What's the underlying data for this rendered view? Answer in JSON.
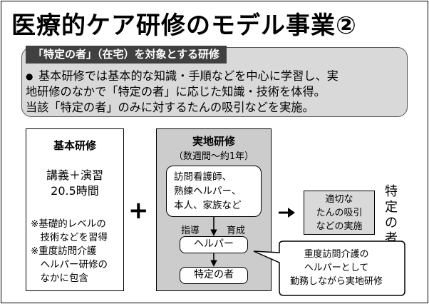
{
  "title": "医療的ケア研修のモデル事業②",
  "summary": {
    "tag": "「特定の者」（在宅）を対象とする研修",
    "bullet": "●",
    "lines": [
      "基本研修では基本的な知識・手順などを中心に学習し、実",
      "地研修のなかで「特定の者」に応じた知識・技術を体得。",
      "当該「特定の者」のみに対するたんの吸引などを実施。"
    ]
  },
  "basic": {
    "title": "基本研修",
    "hours_line1": "講義＋演習",
    "hours_line2": "20.5時間",
    "notes": [
      "※基礎的レベルの",
      "　技術などを習得",
      "※重度訪問介護",
      "　ヘルパー研修の",
      "　なかに包含"
    ]
  },
  "plus": "+",
  "practical": {
    "title": "実地研修",
    "subtitle": "（数週間〜約1年）",
    "trainers": [
      "訪問看護師、",
      "熟練ヘルパー、",
      "本人、家族など"
    ],
    "label_guide": "指導",
    "label_grow": "育成",
    "helper": "ヘルパー",
    "specific": "特定の者"
  },
  "arrow": "➔",
  "appropriate": [
    "適切な",
    "たんの吸引",
    "などの実施"
  ],
  "vertical_label": [
    "特",
    "定",
    "の",
    "者"
  ],
  "callout": [
    "重度訪問介護の",
    "ヘルパーとして",
    "勤務しながら実地研修"
  ]
}
